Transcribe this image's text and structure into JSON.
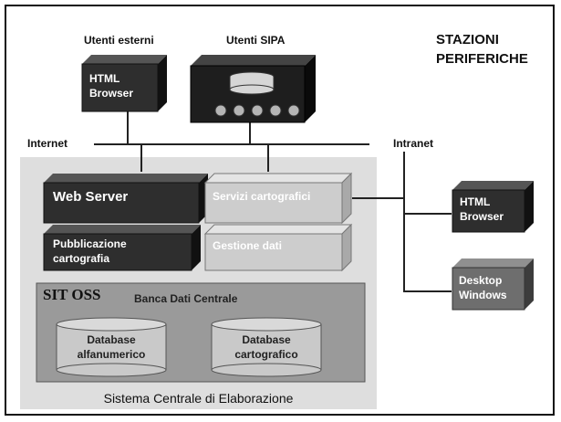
{
  "labels": {
    "external_users": "Utenti esterni",
    "sipa_users": "Utenti SIPA",
    "stations_title": "STAZIONI",
    "stations_subtitle": "PERIFERICHE",
    "internet": "Internet",
    "intranet": "Intranet",
    "html_browser_line1": "HTML",
    "html_browser_line2": "Browser",
    "web_server": "Web Server",
    "map_services": "Servizi cartografici",
    "map_publishing_line1": "Pubblicazione",
    "map_publishing_line2": "cartografia",
    "data_management": "Gestione dati",
    "sit_oss": "SIT OSS",
    "central_db": "Banca Dati Centrale",
    "db_alpha_line1": "Database",
    "db_alpha_line2": "alfanumerico",
    "db_carto_line1": "Database",
    "db_carto_line2": "cartografico",
    "central_system": "Sistema Centrale di Elaborazione",
    "desktop_line1": "Desktop",
    "desktop_line2": "Windows"
  },
  "colors": {
    "dark_box": "#2e2e2e",
    "light_box": "#cdcdcd",
    "central_area": "#dedede",
    "sit_area": "#9a9a9a",
    "gray_box": "#6e6e6e"
  }
}
